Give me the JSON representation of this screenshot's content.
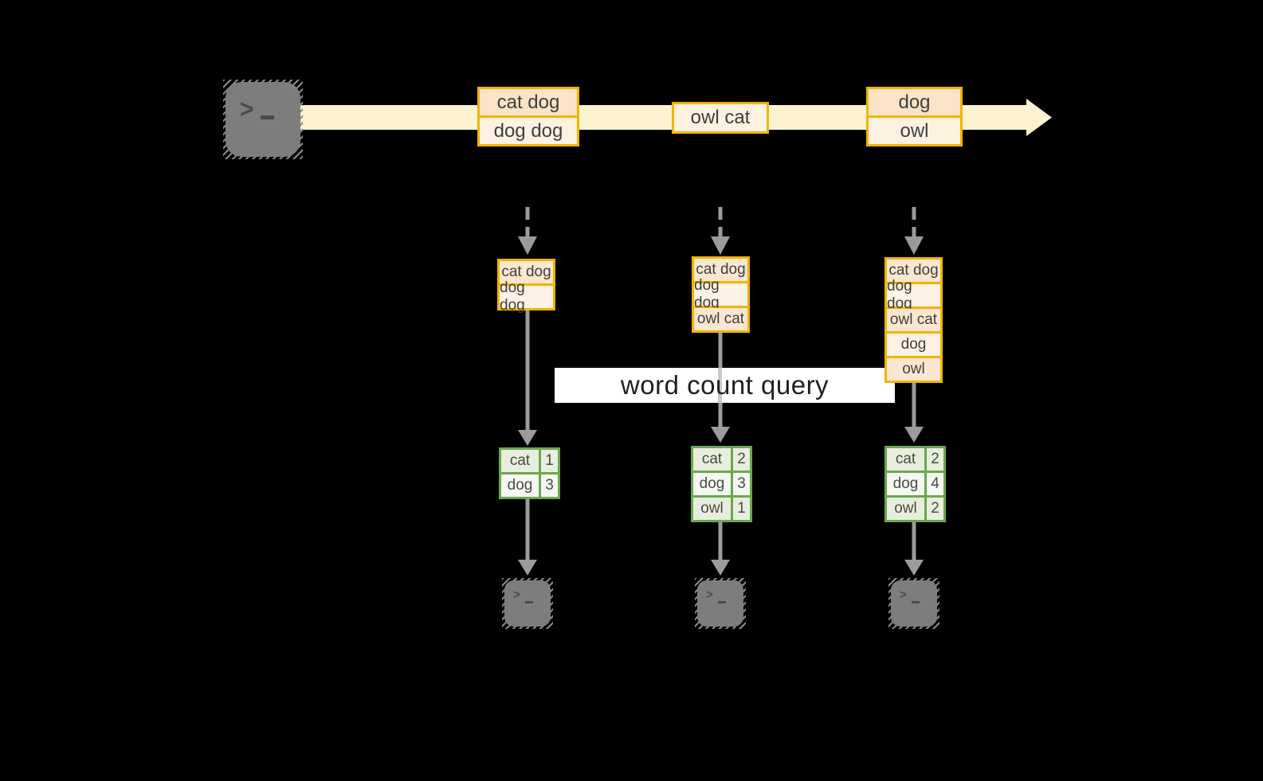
{
  "diagram": {
    "query_label": "word count query",
    "stream_boxes": [
      {
        "rows": [
          "cat dog",
          "dog dog"
        ]
      },
      {
        "rows": [
          "owl cat"
        ]
      },
      {
        "rows": [
          "dog",
          "owl"
        ]
      }
    ],
    "state_boxes": [
      {
        "rows": [
          "cat dog",
          "dog dog"
        ]
      },
      {
        "rows": [
          "cat dog",
          "dog dog",
          "owl cat"
        ]
      },
      {
        "rows": [
          "cat dog",
          "dog dog",
          "owl cat",
          "dog",
          "owl"
        ]
      }
    ],
    "count_tables": [
      {
        "rows": [
          [
            "cat",
            "1"
          ],
          [
            "dog",
            "3"
          ]
        ]
      },
      {
        "rows": [
          [
            "cat",
            "2"
          ],
          [
            "dog",
            "3"
          ],
          [
            "owl",
            "1"
          ]
        ]
      },
      {
        "rows": [
          [
            "cat",
            "2"
          ],
          [
            "dog",
            "4"
          ],
          [
            "owl",
            "2"
          ]
        ]
      }
    ],
    "icons": {
      "source": "terminal-icon",
      "sinks": [
        "terminal-icon",
        "terminal-icon",
        "terminal-icon"
      ],
      "prompt_chevron": ">"
    },
    "colors": {
      "background": "#000000",
      "stream_band": "#fcf2d0",
      "box_border": "#f1b400",
      "cell_peach": "#fae3c6",
      "cell_cream": "#fdf1e2",
      "table_border": "#6aa84f",
      "table_row_a": "#e7eedd",
      "table_row_b": "#f5f8f1",
      "arrow_gray": "#9b9b9b",
      "icon_gray": "#7d7d7d",
      "query_bg": "#ffffff",
      "query_text": "#1f1f1f"
    }
  }
}
